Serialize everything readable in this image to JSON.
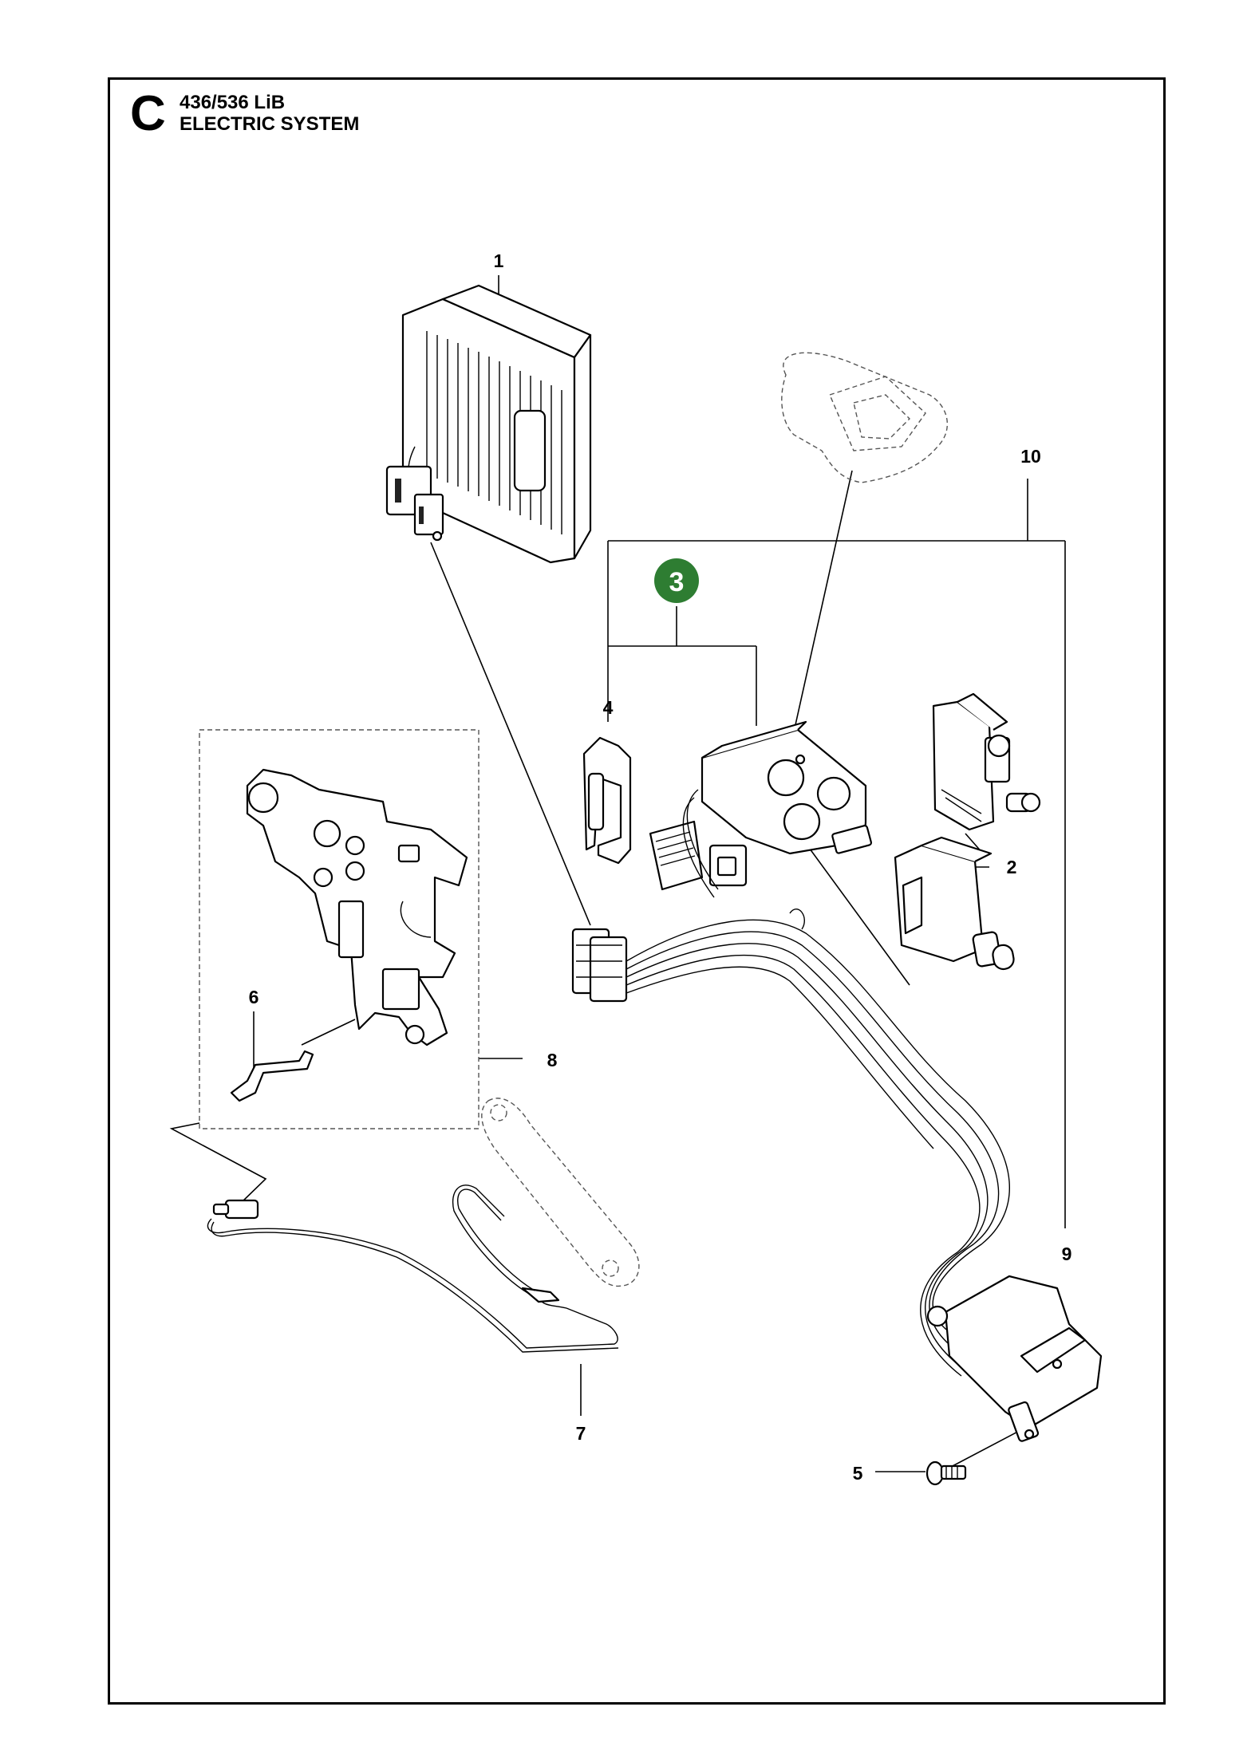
{
  "section": {
    "letter": "C",
    "model": "436/536 LiB",
    "name": "ELECTRIC SYSTEM"
  },
  "callouts": {
    "c1": "1",
    "c2": "2",
    "c3": "3",
    "c4": "4",
    "c5": "5",
    "c6": "6",
    "c7": "7",
    "c8": "8",
    "c9": "9",
    "c10": "10"
  },
  "colors": {
    "badge": "#2e7d32",
    "line": "#000000"
  }
}
